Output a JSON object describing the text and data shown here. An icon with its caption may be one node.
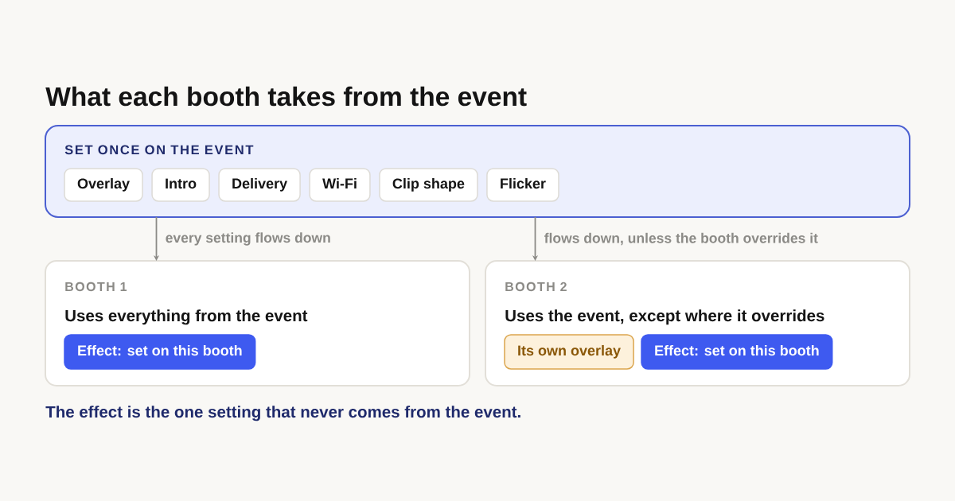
{
  "diagram": {
    "title": "What each booth takes from the event",
    "nodes": [
      {
        "text": [
          "SET ONCE ON THE EVENT"
        ]
      },
      {
        "text": [
          "Overlay"
        ],
        "in": 0
      },
      {
        "text": [
          "Intro"
        ],
        "in": 0
      },
      {
        "text": [
          "Delivery"
        ],
        "in": 0
      },
      {
        "text": [
          "Wi-Fi"
        ],
        "in": 0
      },
      {
        "text": [
          "Clip shape"
        ],
        "in": 0
      },
      {
        "text": [
          "Flicker"
        ],
        "in": 0
      },
      {
        "text": [
          "BOOTH 1",
          "Uses everything from the event"
        ]
      },
      {
        "text": [
          "Effect: set on this booth"
        ],
        "in": 7
      },
      {
        "text": [
          "BOOTH 2",
          "Uses the event, except where it overrides"
        ]
      },
      {
        "text": [
          "Its own overlay"
        ],
        "in": 9
      },
      {
        "text": [
          "Effect: set on this booth"
        ],
        "in": 9
      }
    ],
    "edges": [
      {
        "from": 0,
        "to": 7,
        "arrow": "to",
        "label": "every setting flows down"
      },
      {
        "from": 0,
        "to": 9,
        "arrow": "to",
        "label": "flows down, unless the booth overrides it"
      }
    ],
    "caption": "The effect is the one setting that never comes from the event."
  }
}
